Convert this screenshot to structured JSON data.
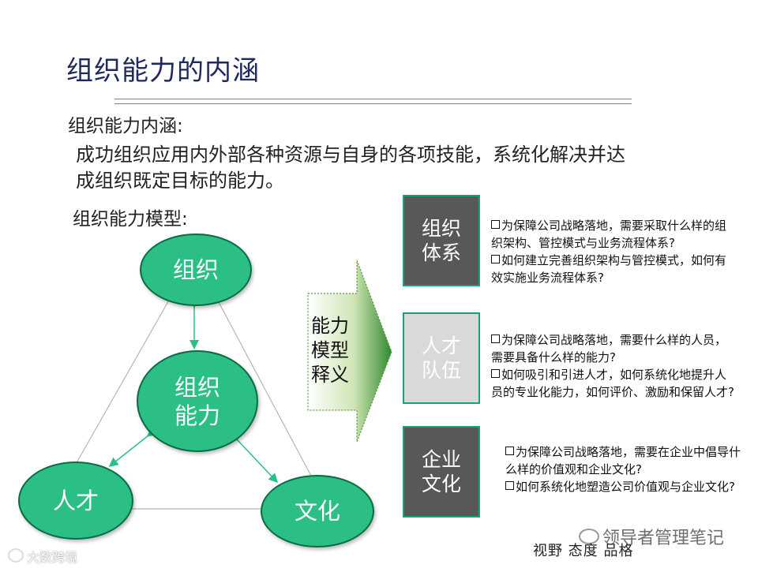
{
  "slide": {
    "title": "组织能力的内涵",
    "section_heading": "组织能力内涵:",
    "definition_line1": "成功组织应用内外部各种资源与自身的各项技能，系统化解决并达",
    "definition_line2": "成组织既定目标的能力。",
    "model_heading": "组织能力模型:"
  },
  "diagram": {
    "nodes": {
      "organization": "组织",
      "core_line1": "组织",
      "core_line2": "能力",
      "talent": "人才",
      "culture": "文化"
    },
    "arrow_label": {
      "line1": "能力",
      "line2": "模型",
      "line3": "释义"
    },
    "boxes": [
      {
        "line1": "组织",
        "line2": "体系",
        "bullet1": "为保障公司战略落地，需要采取什么样的组织架构、管控模式与业务流程体系?",
        "bullet2": "如何建立完善组织架构与管控模式，如何有效实施业务流程体系?"
      },
      {
        "line1": "人才",
        "line2": "队伍",
        "bullet1": "为保障公司战略落地，需要什么样的人员，需要具备什么样的能力?",
        "bullet2": "如何吸引和引进人才，如何系统化地提升人员的专业化能力，如何评价、激励和保留人才?"
      },
      {
        "line1": "企业",
        "line2": "文化",
        "bullet1": "为保障公司战略落地，需要在企业中倡导什么样的价值观和企业文化?",
        "bullet2": "如何系统化地塑造公司价值观与企业文化?"
      }
    ]
  },
  "watermarks": {
    "right": "领导者管理笔记",
    "caption": "视野 态度 品格",
    "left": "大数跨境"
  },
  "colors": {
    "circle_fill": "#2bbf86",
    "circle_border": "#0b6b45",
    "box_dark": "#585858",
    "box_light": "#d9d9d9",
    "box_border": "#1aa36b",
    "title": "#1f2a5a"
  }
}
